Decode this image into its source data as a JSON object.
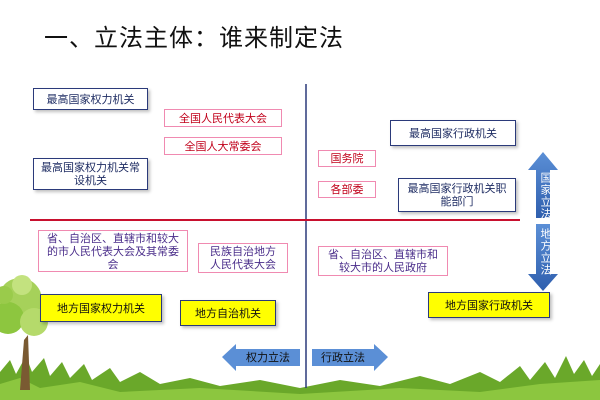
{
  "title": "一、立法主体：谁来制定法",
  "boxes": {
    "supreme_power": "最高国家权力机关",
    "npc": "全国人民代表大会",
    "npc_standing": "全国人大常委会",
    "supreme_power_standing": "最高国家权力机关常设机关",
    "supreme_admin": "最高国家行政机关",
    "state_council": "国务院",
    "ministries": "各部委",
    "supreme_admin_depts": "最高国家行政机关职能部门",
    "provincial_congress": "省、自治区、直辖市和较大的市人民代表大会及其常委会",
    "autonomous_congress": "民族自治地方人民代表大会",
    "provincial_gov": "省、自治区、直辖市和较大市的人民政府",
    "local_power": "地方国家权力机关",
    "local_autonomous": "地方自治机关",
    "local_admin": "地方国家行政机关"
  },
  "arrows": {
    "national": "国家立法",
    "local": "地方立法",
    "power_legislation": "权力立法",
    "admin_legislation": "行政立法"
  },
  "colors": {
    "divider_red": "#c8102e",
    "axis_blue": "#2b3a7a",
    "arrow_blue": "#3a6fc0",
    "yellow": "#ffff00",
    "grass": "#7ab830"
  }
}
